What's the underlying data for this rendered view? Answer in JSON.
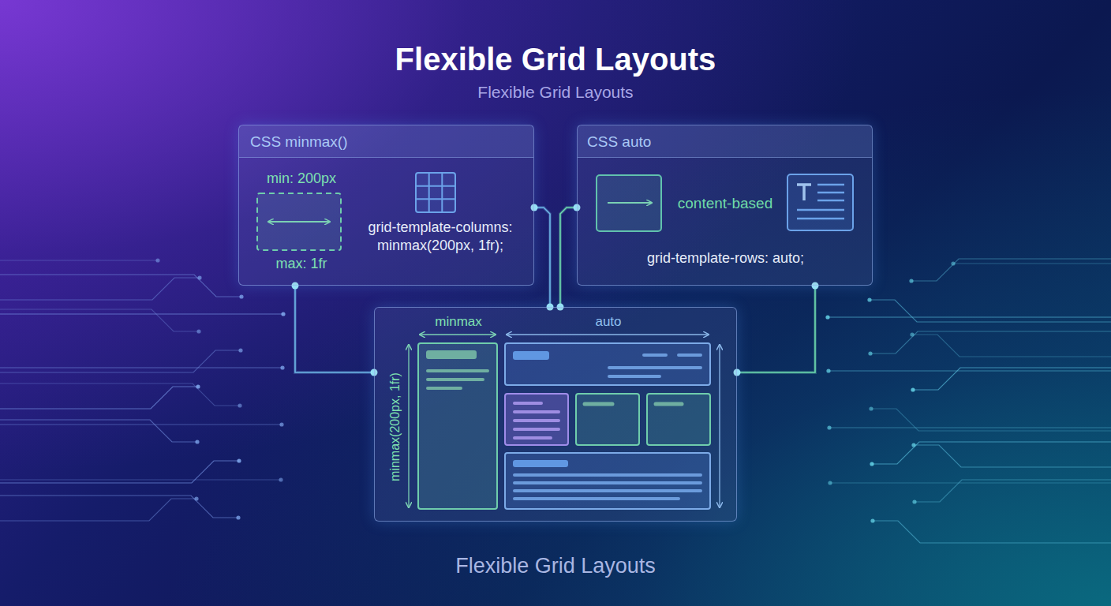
{
  "diagram": {
    "title": "Flexible Grid Layouts",
    "caption": "Flexible Grid Layouts",
    "nodes": [
      {
        "text": [
          "CSS minmax()",
          "min: 200px",
          "max: 1fr",
          "grid-template-columns: minmax(200px, 1fr);"
        ]
      },
      {
        "text": [
          "CSS auto",
          "content-based",
          "grid-template-rows: auto;"
        ]
      },
      {
        "text": [
          "minmax",
          "auto",
          "minmax(200px, 1fr)"
        ]
      }
    ],
    "edges": [
      {
        "from": 0,
        "to": 2,
        "arrow": "none"
      },
      {
        "from": 0,
        "to": 2,
        "arrow": "none"
      },
      {
        "from": 1,
        "to": 2,
        "arrow": "none"
      },
      {
        "from": 1,
        "to": 2,
        "arrow": "none"
      }
    ],
    "labels": [
      "Flexible Grid Layouts"
    ]
  }
}
